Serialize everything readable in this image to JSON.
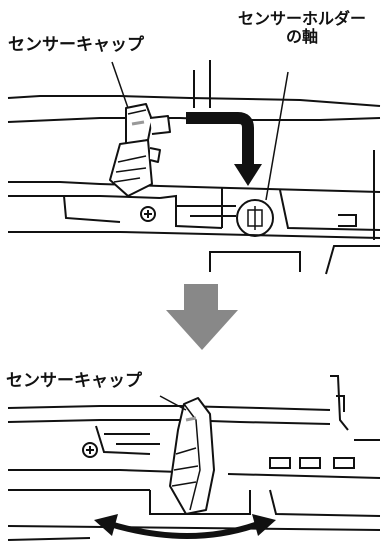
{
  "labels": {
    "sensor_cap_top": "センサーキャップ",
    "sensor_holder_line1": "センサーホルダー",
    "sensor_holder_line2": "の軸",
    "sensor_cap_bottom": "センサーキャップ"
  },
  "colors": {
    "line": "#111111",
    "flow_arrow": "#888888",
    "shading": "#cccccc"
  }
}
